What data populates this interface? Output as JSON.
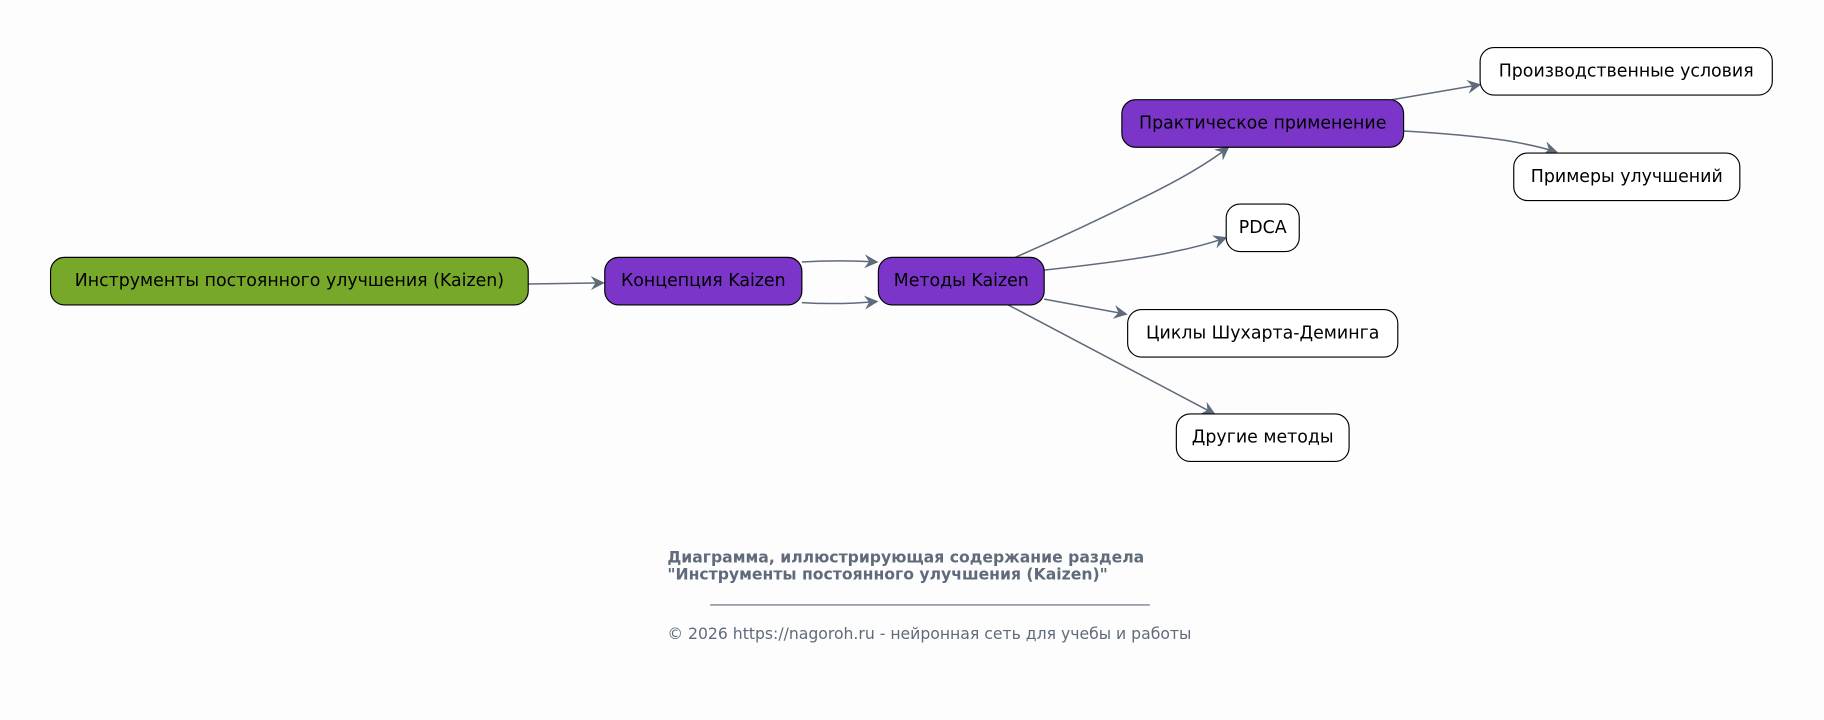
{
  "nodes": {
    "root": "Инструменты постоянного улучшения (Kaizen)",
    "concept": "Концепция Kaizen",
    "methods": "Методы Kaizen",
    "practice": "Практическое применение",
    "production": "Производственные условия",
    "examples": "Примеры улучшений",
    "pdca": "PDCA",
    "cycles": "Циклы Шухарта-Деминга",
    "other": "Другие методы"
  },
  "caption": {
    "line1": "Диаграмма, иллюстрирующая содержание раздела",
    "line2": "\"Инструменты постоянного улучшения (Kaizen)\"",
    "separator": "__________________________________________________",
    "footer": "© 2026 https://nagoroh.ru - нейронная сеть для учебы и работы"
  },
  "colors": {
    "root": "#78a82a",
    "section": "#7b35c8",
    "leaf": "#ffffff",
    "edge": "#5f6b7a",
    "caption": "#5f6b7a"
  }
}
